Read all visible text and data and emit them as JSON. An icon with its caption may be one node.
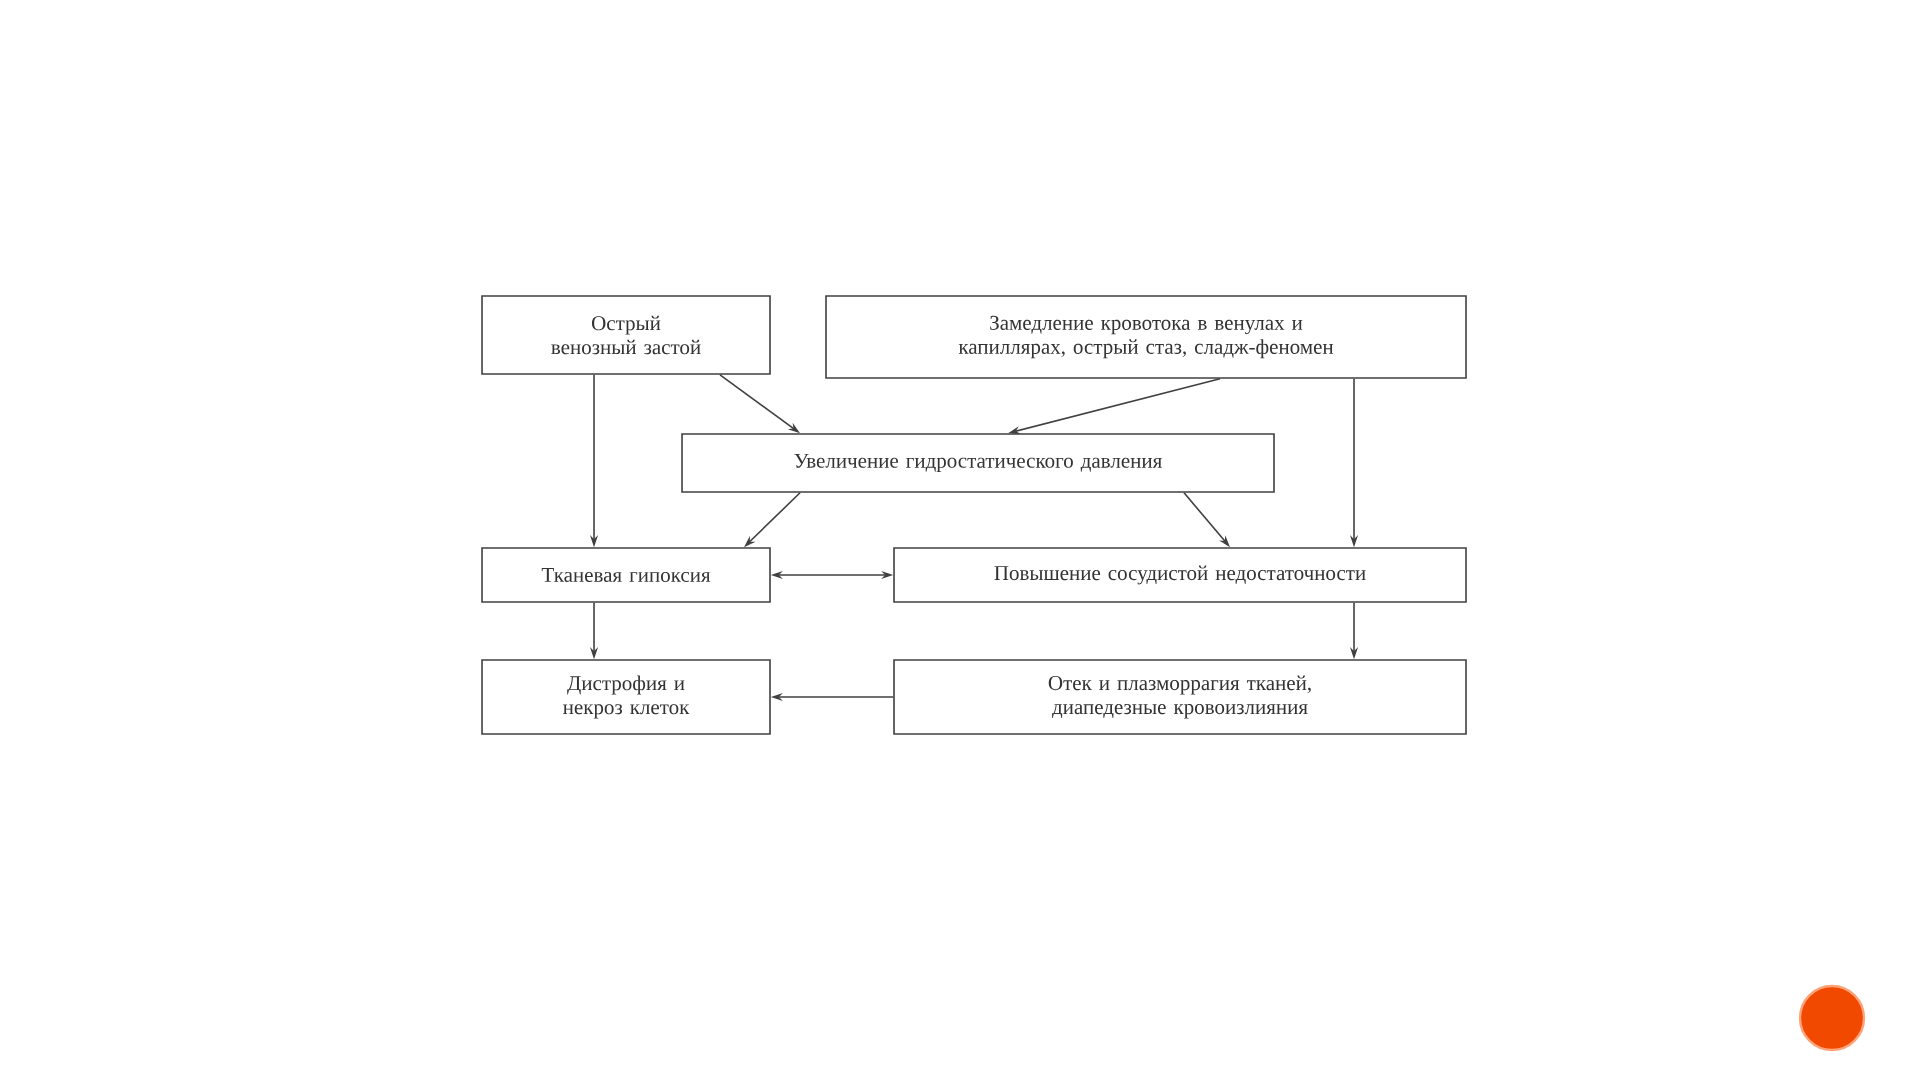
{
  "diagram": {
    "nodes": [
      {
        "text": [
          "Острый венозный застой"
        ]
      },
      {
        "text": [
          "Замедление кровотока в венулах и капиллярах, острый стаз, сладж-феномен"
        ]
      },
      {
        "text": [
          "Увеличение гидростатического давления"
        ]
      },
      {
        "text": [
          "Тканевая гипоксия"
        ]
      },
      {
        "text": [
          "Повышение сосудистой недостаточности"
        ]
      },
      {
        "text": [
          "Дистрофия и некроз клеток"
        ]
      },
      {
        "text": [
          "Отек и плазморрагия тканей, диапедезные кровоизлияния"
        ]
      }
    ],
    "edges": [
      {
        "from": 0,
        "to": 3,
        "arrow": "to"
      },
      {
        "from": 0,
        "to": 2,
        "arrow": "to"
      },
      {
        "from": 1,
        "to": 2,
        "arrow": "to"
      },
      {
        "from": 1,
        "to": 4,
        "arrow": "to"
      },
      {
        "from": 2,
        "to": 3,
        "arrow": "to"
      },
      {
        "from": 2,
        "to": 4,
        "arrow": "to"
      },
      {
        "from": 3,
        "to": 4,
        "arrow": "both"
      },
      {
        "from": 3,
        "to": 5,
        "arrow": "to"
      },
      {
        "from": 4,
        "to": 6,
        "arrow": "to"
      },
      {
        "from": 6,
        "to": 5,
        "arrow": "to"
      }
    ]
  }
}
